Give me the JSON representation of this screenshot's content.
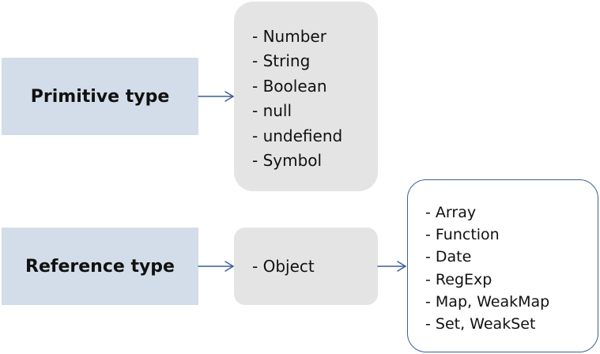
{
  "primitive": {
    "label": "Primitive type",
    "items": [
      "Number",
      "String",
      "Boolean",
      "null",
      "undefiend",
      "Symbol"
    ]
  },
  "reference": {
    "label": "Reference type",
    "object_item": "Object",
    "items": [
      "Array",
      "Function",
      "Date",
      "RegExp",
      "Map, WeakMap",
      "Set, WeakSet"
    ]
  },
  "colors": {
    "type_box_fill": "#d3dde9",
    "list_box_fill": "#e4e4e4",
    "arrow": "#3b5f96",
    "outline": "#3b5f96"
  }
}
